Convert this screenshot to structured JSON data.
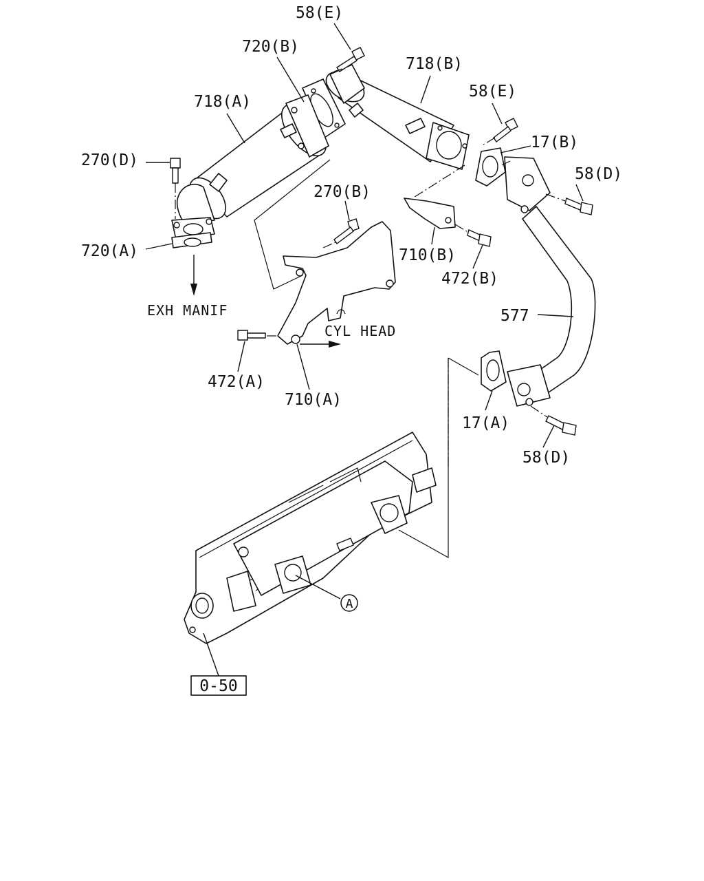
{
  "labels": {
    "p58e_top": "58(E)",
    "p720b": "720(B)",
    "p718b": "718(B)",
    "p718a": "718(A)",
    "p58e_right": "58(E)",
    "p17b": "17(B)",
    "p270d": "270(D)",
    "p58d_top": "58(D)",
    "p270b": "270(B)",
    "p720a": "720(A)",
    "p710b": "710(B)",
    "p472b": "472(B)",
    "exh_manif": "EXH MANIF",
    "p577": "577",
    "cyl_head": "CYL HEAD",
    "p472a": "472(A)",
    "p710a": "710(A)",
    "p17a": "17(A)",
    "p58d_bottom": "58(D)",
    "callout_a": "A",
    "ref_box": "0-50"
  }
}
